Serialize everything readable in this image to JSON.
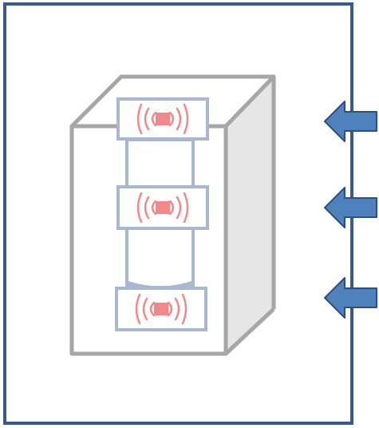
{
  "diagram": {
    "colors": {
      "frame_border": "#3A5A8A",
      "box_outline": "#A6A6A6",
      "box_side_fill": "#E6E6E6",
      "tube_outline": "#A9B8D0",
      "tag_outline": "#A9B8D0",
      "tag_fill": "#FFFFFF",
      "signal_red": "#F08A8A",
      "arrow_fill": "#4F81BD",
      "arrow_stroke": "#2F4F7A"
    },
    "icons": {
      "tag": "rfid-tag-icon",
      "arrow": "arrow-left-icon"
    },
    "tags": [
      {
        "name": "rfid-tag-top"
      },
      {
        "name": "rfid-tag-middle"
      },
      {
        "name": "rfid-tag-bottom"
      }
    ],
    "arrows": [
      {
        "name": "incoming-arrow-top"
      },
      {
        "name": "incoming-arrow-middle"
      },
      {
        "name": "incoming-arrow-bottom"
      }
    ]
  }
}
